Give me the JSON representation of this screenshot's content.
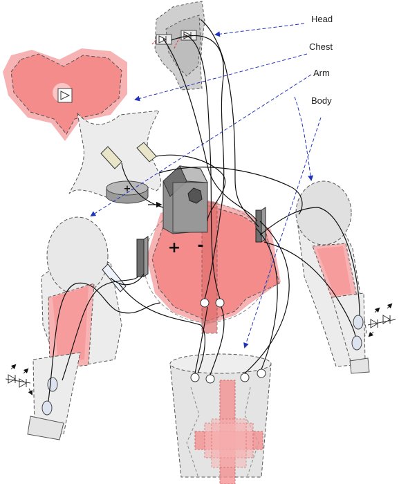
{
  "labels": {
    "head": "Head",
    "chest": "Chest",
    "arm": "Arm",
    "body": "Body"
  },
  "battery": {
    "symbol": "+"
  },
  "electrodes": {
    "plus": "+",
    "minus": "-"
  },
  "colors": {
    "pink_fill": "#f58c8c",
    "pink_light": "#f7b3b3",
    "gray_fill": "#d0d0d0",
    "gray_light": "#ececec",
    "dark_gray": "#6e6e6e",
    "wire": "#111111",
    "pointer": "#2233bb"
  }
}
